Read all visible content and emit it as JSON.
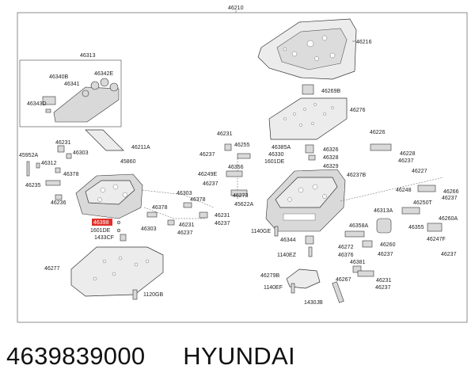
{
  "labels": {
    "l46210": "46210",
    "l46216": "46216",
    "l46269B": "46269B",
    "l46276": "46276",
    "l46313": "46313",
    "l46340B": "46340B",
    "l46342E": "46342E",
    "l46341": "46341",
    "l46343D": "46343D",
    "l46211A": "46211A",
    "l46231a": "46231",
    "l46303a": "46303",
    "l45952A": "45952A",
    "l46312": "46312",
    "l46378a": "46378",
    "l46235": "46235",
    "l46236": "46236",
    "l45860": "45860",
    "l46303b": "46303",
    "l46378b": "46378",
    "l46378c": "46378",
    "l46231b": "46231",
    "l46237a": "46237",
    "l46303c": "46303",
    "l46231c": "46231",
    "l46237b": "46237",
    "l46398": "46398",
    "l1601DEa": "1601DE",
    "l1433CF": "1433CF",
    "l46277": "46277",
    "l1120GB": "1120GB",
    "l46231d": "46231",
    "l46237c": "46237",
    "l46255": "46255",
    "l46356": "46356",
    "l46249E": "46249E",
    "l46237d": "46237",
    "l46273": "46273",
    "l45622A": "45622A",
    "l46385A": "46385A",
    "l46330": "46330",
    "l1601DEb": "1601DE",
    "l46326": "46326",
    "l46328": "46328",
    "l46329": "46329",
    "l46237B": "46237B",
    "l46226": "46226",
    "l46228": "46228",
    "l46237e": "46237",
    "l46227": "46227",
    "l46248": "46248",
    "l46266": "46266",
    "l46237f": "46237",
    "l46250T": "46250T",
    "l46313A": "46313A",
    "l46355": "46355",
    "l46260A": "46260A",
    "l46247F": "46247F",
    "l46237g": "46237",
    "l1140GE": "1140GE",
    "l46344": "46344",
    "l46358A": "46358A",
    "l46272": "46272",
    "l46260": "46260",
    "l1140EZ": "1140EZ",
    "l46376": "46376",
    "l46237h": "46237",
    "l46381": "46381",
    "l46279B": "46279B",
    "l46267": "46267",
    "l46231e": "46231",
    "l1140EF": "1140EF",
    "l46237i": "46237",
    "l1430JB": "1430JB"
  },
  "caption": {
    "part_number": "4639839000",
    "brand": "HYUNDAI"
  },
  "highlight_color": "#e0302a"
}
